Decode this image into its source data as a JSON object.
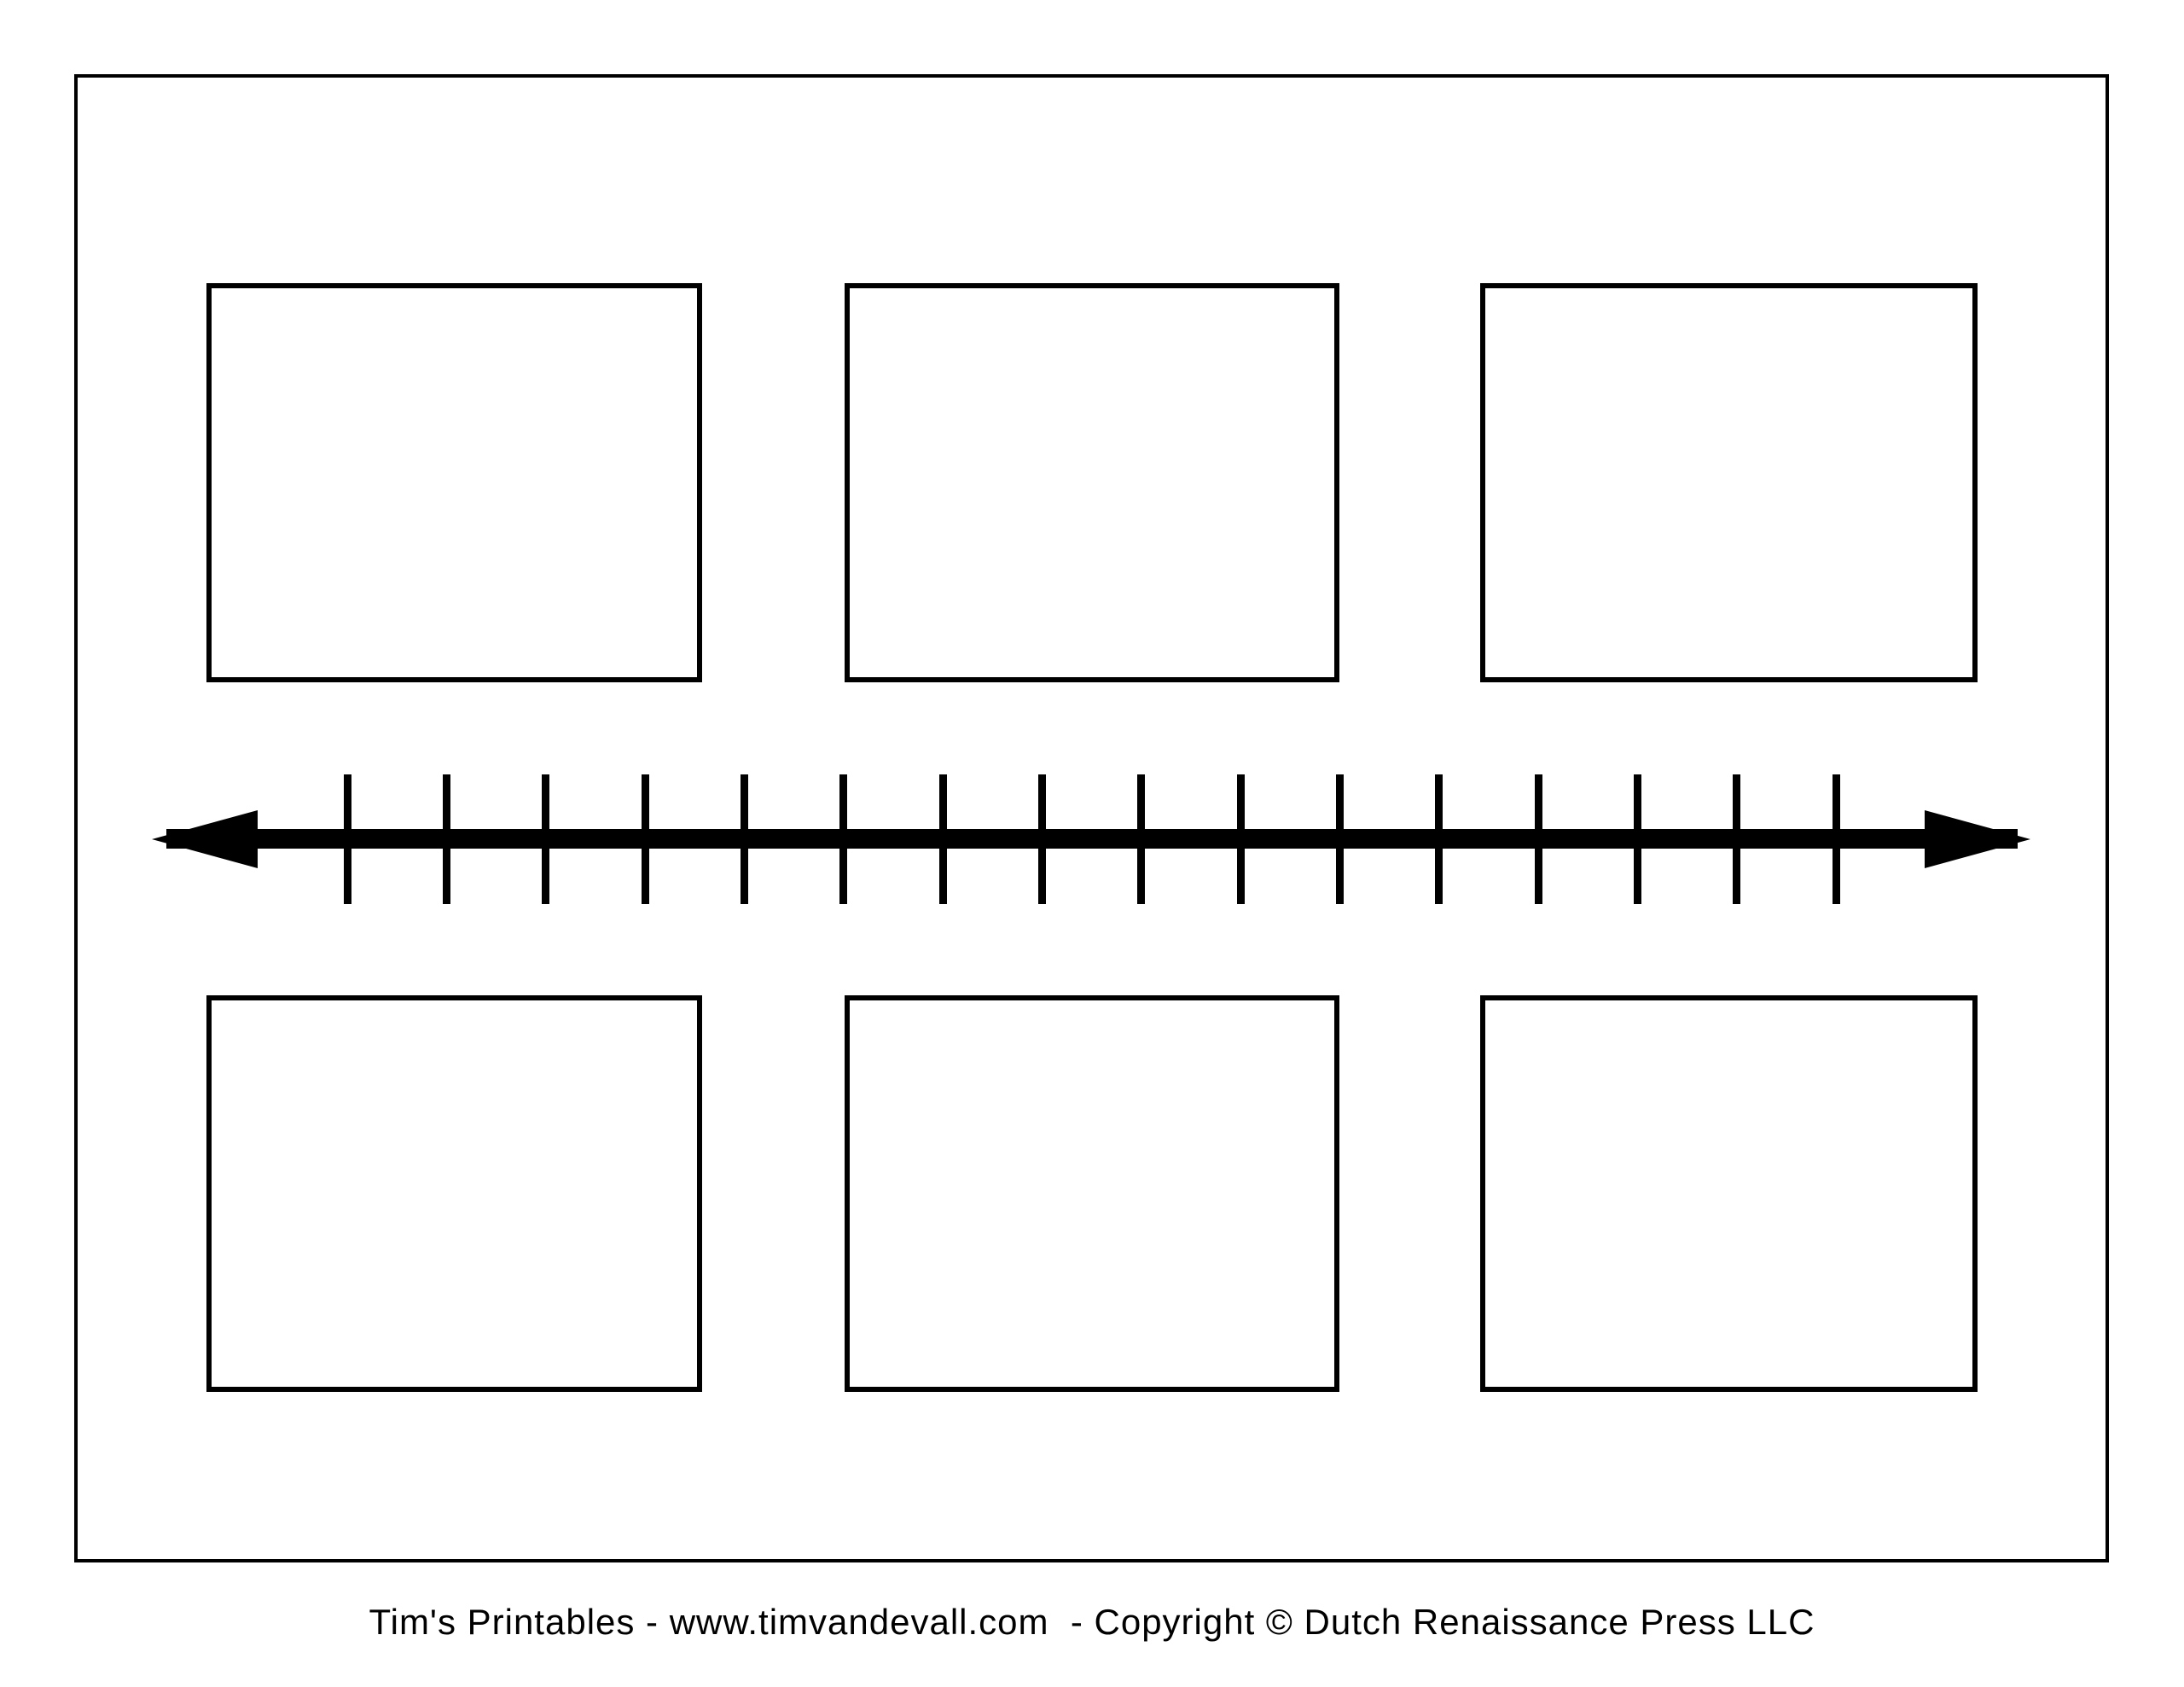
{
  "page": {
    "background": "#ffffff",
    "ink_color": "#000000",
    "kind": "blank timeline printable template"
  },
  "timeline": {
    "arrow_icon": "double-headed-horizontal-arrow",
    "tick_count": 16
  },
  "event_boxes": {
    "count": 6,
    "rows": 2,
    "columns": 3,
    "values": [
      "",
      "",
      "",
      "",
      "",
      ""
    ]
  },
  "footer": {
    "credit": "Tim's Printables - www.timvandevall.com  - Copyright © Dutch Renaissance Press LLC"
  }
}
